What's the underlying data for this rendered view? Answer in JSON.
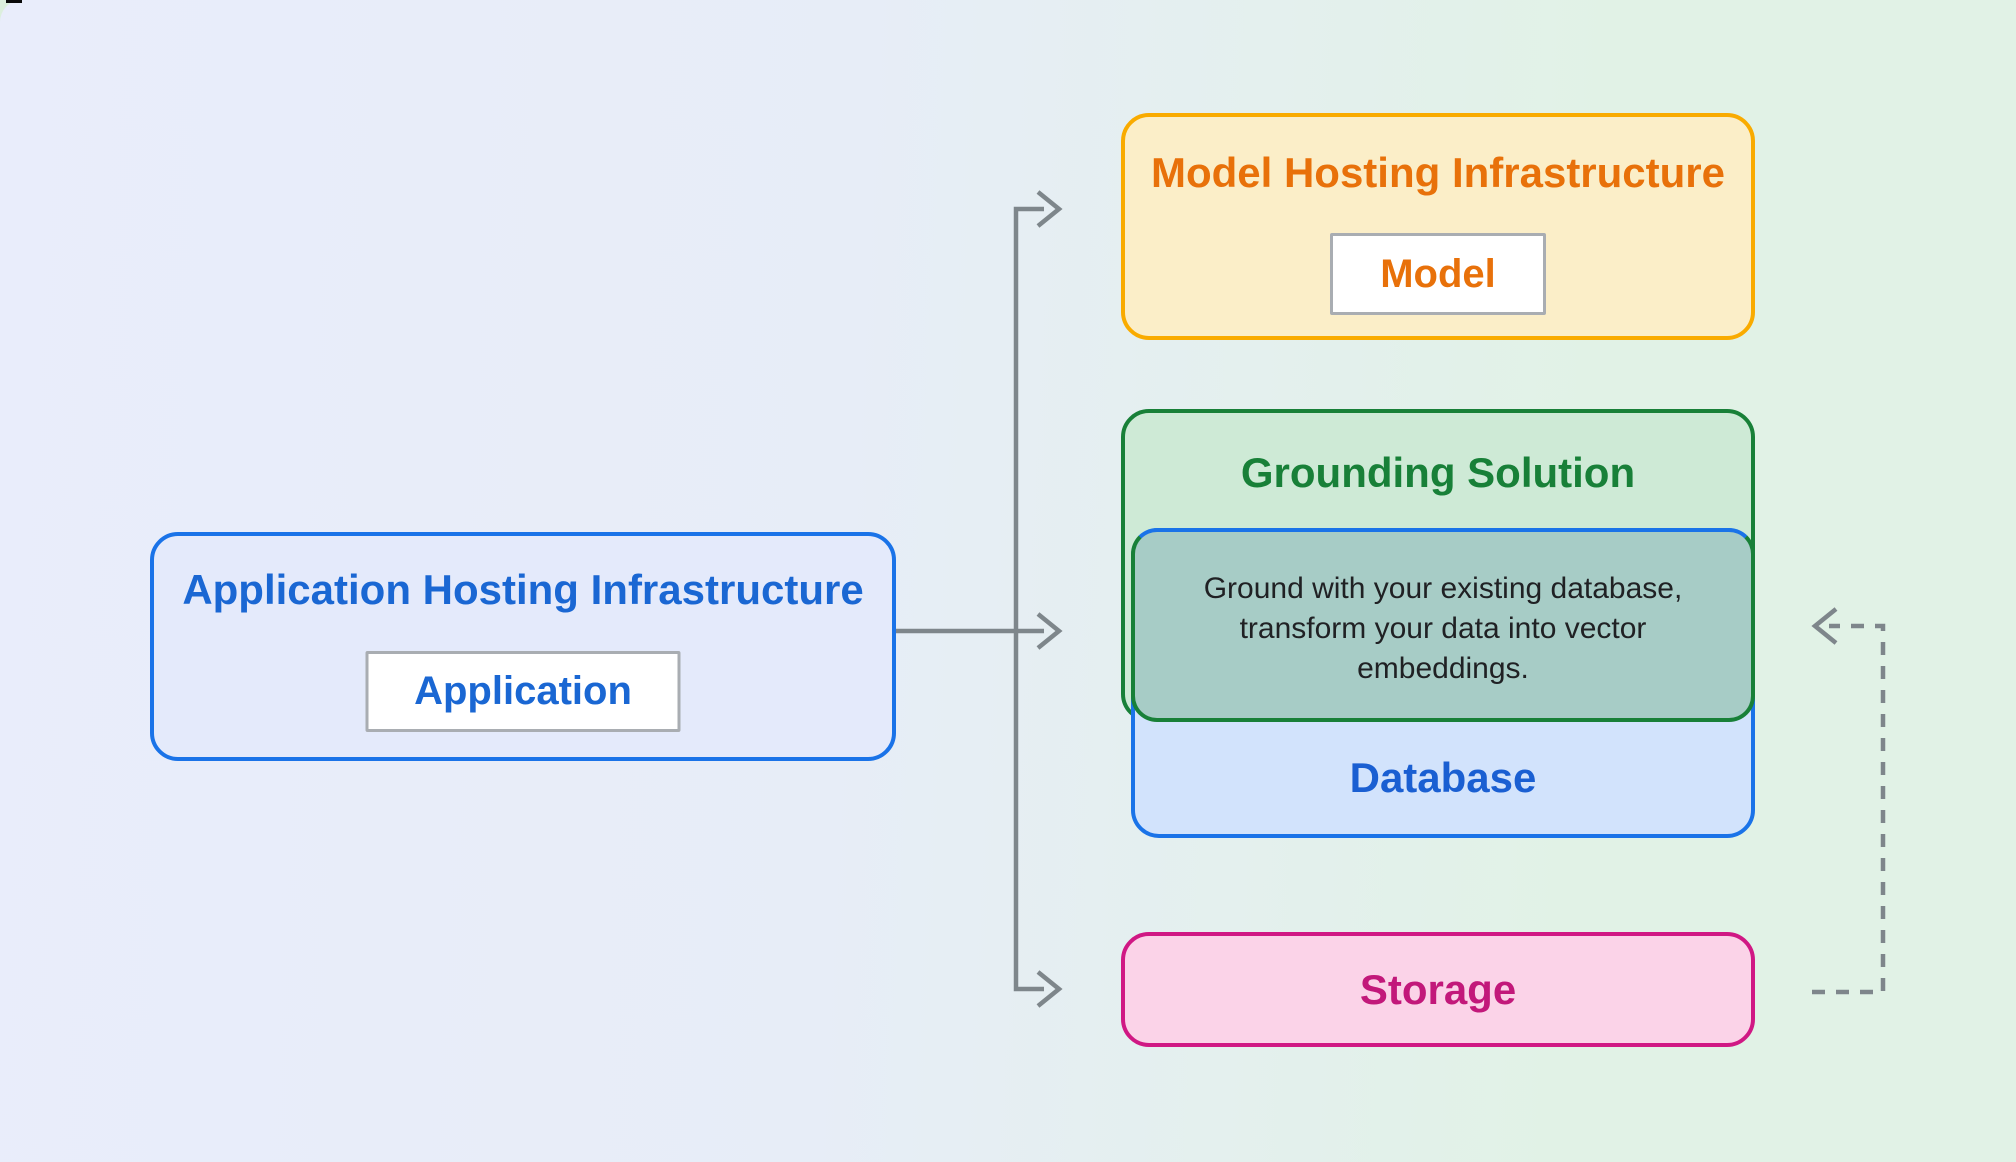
{
  "application_hosting": {
    "title": "Application Hosting Infrastructure",
    "chip_label": "Application"
  },
  "model_hosting": {
    "title": "Model Hosting Infrastructure",
    "chip_label": "Model"
  },
  "grounding_solution": {
    "title": "Grounding Solution",
    "note_lines": [
      "Ground with your existing database,",
      "transform your data into vector",
      "embeddings."
    ]
  },
  "database": {
    "label": "Database"
  },
  "storage": {
    "label": "Storage"
  },
  "colors": {
    "page-backdrop": "#dcefdd",
    "panel-left": "#e9edfb",
    "panel-right": "#e1f2e6",
    "app-border": "#1a73e8",
    "app-fill": "#e4eafb",
    "app-title": "#1a67d3",
    "model-border": "#f9ab00",
    "model-fill": "#fbeec8",
    "model-title": "#e8710a",
    "ground-border": "#188038",
    "ground-fill": "#ceead6",
    "ground-title": "#188038",
    "db-border": "#1a73e8",
    "db-fill": "#d2e3fc",
    "db-title": "#1a5fd2",
    "overlap-fill": "#a7ccc6",
    "note-text": "#202124",
    "storage-border": "#d01884",
    "storage-fill": "#fbd3e8",
    "storage-title": "#c2187a",
    "chip-border": "#a9adb2",
    "arrow": "#7e868b"
  }
}
